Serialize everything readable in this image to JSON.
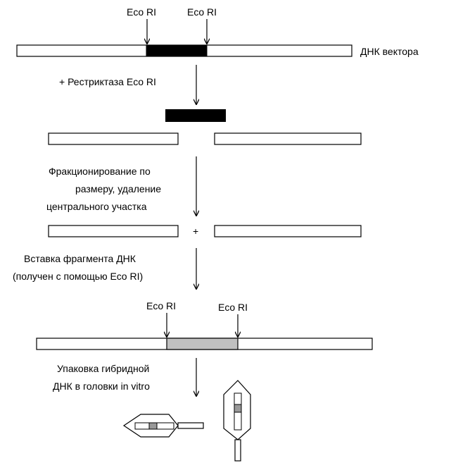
{
  "labels": {
    "eco_ri": "Eco RI",
    "vector_dna": "ДНК вектора",
    "step1": "+ Рестриктаза Eco RI",
    "step2_line1": "Фракционирование по",
    "step2_line2": "размеру, удаление",
    "step2_line3": "центрального участка",
    "plus": "+",
    "step3_line1": "Вставка фрагмента ДНК",
    "step3_line2": "(получен с помощью Eco RI)",
    "step4_line1": "Упаковка гибридной",
    "step4_line2": "ДНК в головки in vitro"
  },
  "colors": {
    "line": "#000000",
    "vector_insert": "#000000",
    "hybrid_insert": "#c0c0c0",
    "background": "#ffffff"
  }
}
